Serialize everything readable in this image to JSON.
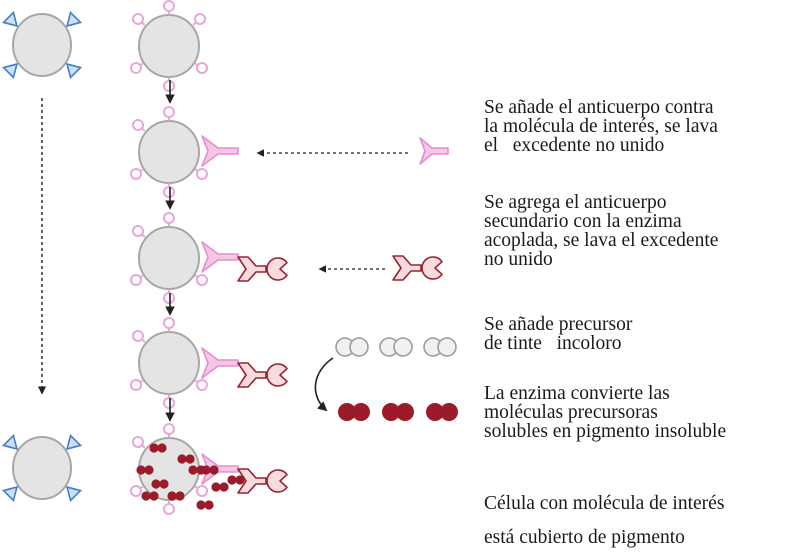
{
  "captions": {
    "step1": [
      "Se añade el anticuerpo contra",
      "la molécula de interés, se lava",
      "el   excedente no unido"
    ],
    "step2": [
      "Se agrega el anticuerpo",
      "secundario con la enzima",
      "acoplada, se lava el excedente",
      "no unido"
    ],
    "step3": [
      "Se añade precursor",
      "de tinte   incoloro"
    ],
    "step4": [
      "La enzima convierte las",
      "moléculas precursoras",
      "solubles en pigmento insoluble"
    ],
    "step5": [
      "Célula con molécula de interés",
      "está cubierto de pigmento"
    ]
  },
  "colors": {
    "cell_fill": "#e4e4e4",
    "cell_stroke": "#a7a7a7",
    "antigen_pink": "#e9a6d9",
    "antibody_pink": "#f6c6e6",
    "antibody_stroke": "#e28fcf",
    "secondary_fill": "#f7dcdf",
    "secondary_stroke": "#9a2233",
    "pigment": "#9b1b2a",
    "precursor_fill": "#f1f1f1",
    "precursor_stroke": "#9c9c9c",
    "triangle_fill": "#cfe0f4",
    "triangle_stroke": "#3f7fc8",
    "arrow": "#222222"
  }
}
